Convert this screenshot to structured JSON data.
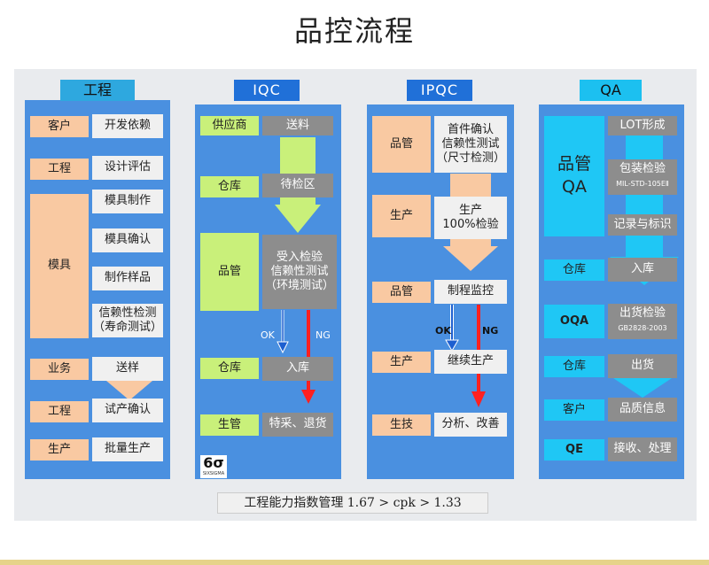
{
  "title": "品控流程",
  "columns": {
    "eng": {
      "header": "工程",
      "items": {
        "r1_left": "客户",
        "r1_right": "开发依赖",
        "r2_left": "工程",
        "r2_right": "设计评估",
        "r3_left": "模具",
        "r3_a": "模具制作",
        "r3_b": "模具确认",
        "r3_c": "制作样品",
        "r3_d": "信赖性检测\n（寿命测试）",
        "r4_left": "业务",
        "r4_right": "送样",
        "r5_left": "工程",
        "r5_right": "试产确认",
        "r6_left": "生产",
        "r6_right": "批量生产"
      }
    },
    "iqc": {
      "header": "IQC",
      "items": {
        "r1_left": "供应商",
        "r1_right": "送料",
        "r2_left": "仓库",
        "r2_right": "待检区",
        "r3_left": "品管",
        "r3_right": "受入检验\n信赖性测试\n（环境测试）",
        "ok": "OK",
        "ng": "NG",
        "r4_left": "仓库",
        "r4_right": "入库",
        "r5_left": "生管",
        "r5_right": "特采、退货",
        "logo_text": "6σ",
        "logo_small": "SIXSIGMA"
      }
    },
    "ipqc": {
      "header": "IPQC",
      "items": {
        "r1_left": "品管",
        "r1_right": "首件确认\n信赖性测试\n（尺寸检测）",
        "r2_left": "生产",
        "r2_right": "生产\n100%检验",
        "r3_left": "品管",
        "r3_right": "制程监控",
        "ok": "OK",
        "ng": "NG",
        "r4_left": "生产",
        "r4_right": "继续生产",
        "r5_left": "生技",
        "r5_right": "分析、改善"
      }
    },
    "qa": {
      "header": "QA",
      "items": {
        "big": "品管\nQA",
        "r1_right": "LOT形成",
        "r2_right": "包装检验",
        "r2_sub": "MIL-STD-105EⅡ",
        "r3_right": "记录与标识",
        "r4_left": "仓库",
        "r4_right": "入库",
        "r5_left": "OQA",
        "r5_right": "出货检验",
        "r5_sub": "GB2828-2003",
        "r6_left": "仓库",
        "r6_right": "出货",
        "r7_left": "客户",
        "r7_right": "品质信息",
        "r8_left": "QE",
        "r8_right": "接收、处理"
      }
    }
  },
  "footer": "工程能力指数管理 1.67 > cpk > 1.33"
}
